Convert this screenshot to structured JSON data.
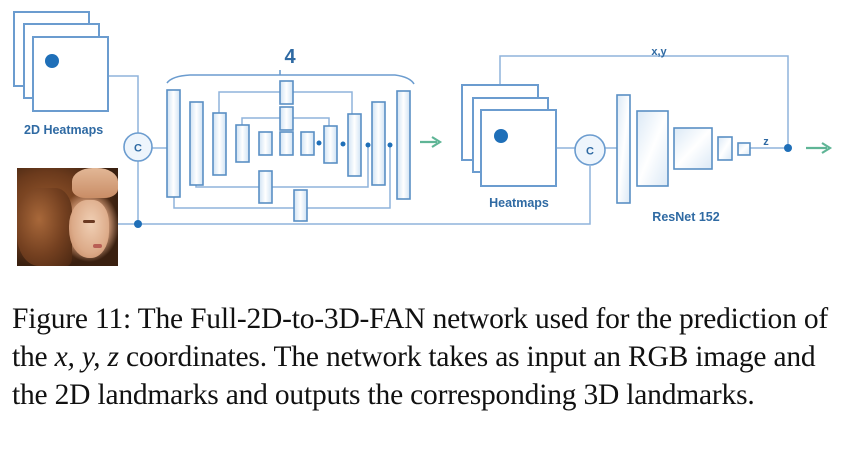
{
  "figure": {
    "labels": {
      "heatmaps_2d": "2D Heatmaps",
      "concat_left": "C",
      "concat_right": "C",
      "stack_count": "4",
      "heatmaps": "Heatmaps",
      "resnet": "ResNet 152",
      "xy": "x,y",
      "z": "z"
    },
    "input_image": "face-photo",
    "colors": {
      "stroke": "#6b9ccf",
      "fill_light": "#eef5fc",
      "label": "#2f6aa3",
      "dot": "#1f6fb8",
      "arrow": "#5fb596"
    }
  },
  "caption": {
    "prefix": "Figure 11: The Full-2D-to-3D-FAN network used for the prediction of the ",
    "math": "x, y, z",
    "suffix": " coordinates. The network takes as input an RGB image and the 2D landmarks and outputs the corresponding 3D landmarks."
  }
}
